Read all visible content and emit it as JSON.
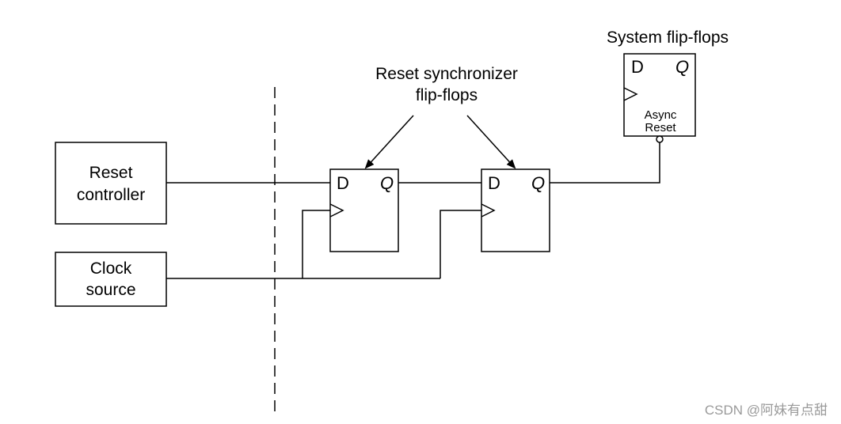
{
  "annotations": {
    "system_title": "System flip-flops",
    "sync_title_line1": "Reset synchronizer",
    "sync_title_line2": "flip-flops"
  },
  "blocks": {
    "reset_controller": {
      "line1": "Reset",
      "line2": "controller"
    },
    "clock_source": {
      "line1": "Clock",
      "line2": "source"
    }
  },
  "flipflops": {
    "sync1": {
      "d": "D",
      "q": "Q"
    },
    "sync2": {
      "d": "D",
      "q": "Q"
    },
    "system": {
      "d": "D",
      "q": "Q",
      "async_line1": "Async",
      "async_line2": "Reset"
    }
  },
  "watermark": "CSDN @阿妹有点甜",
  "colors": {
    "line": "#000000",
    "watermark": "#9a9a9a"
  }
}
